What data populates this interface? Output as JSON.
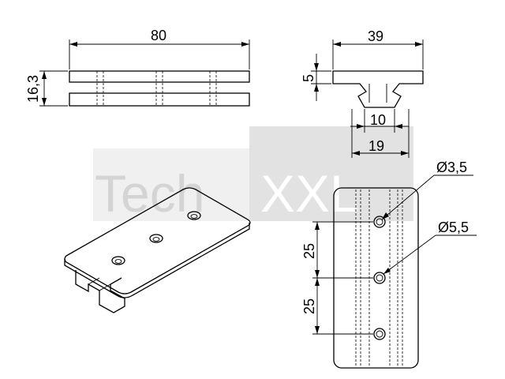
{
  "watermark": {
    "brand_left": "Tech",
    "brand_right": "XXL",
    "color_light": "#dcdcdc",
    "color_dark": "#cfcfcf"
  },
  "dimensions": {
    "length": "80",
    "height": "16,3",
    "width": "39",
    "flange_thickness": "5",
    "neck_width": "10",
    "base_width": "19",
    "hole_small": "Ø3,5",
    "hole_large": "Ø5,5",
    "pitch_top": "25",
    "pitch_bottom": "25"
  },
  "colors": {
    "ink": "#000000",
    "background": "#ffffff"
  }
}
